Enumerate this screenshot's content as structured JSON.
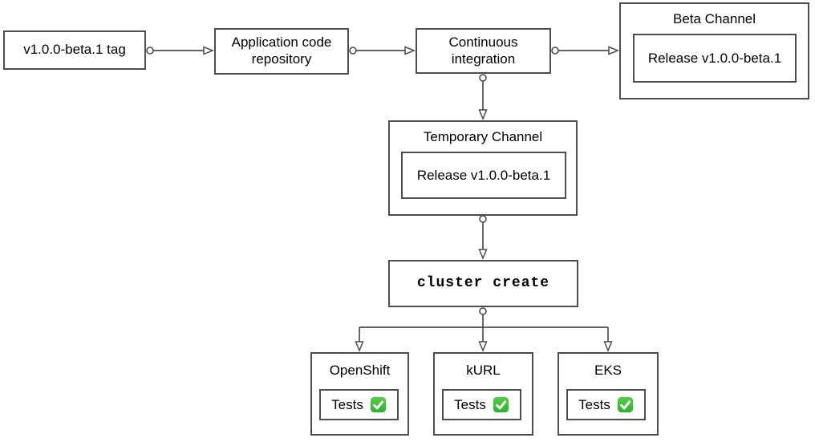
{
  "diagram": {
    "colors": {
      "border": "#4d4d4d",
      "background": "#ffffff",
      "text": "#000000",
      "check_green": "#2db32d",
      "check_green_light": "#55cd47",
      "check_mark": "#ffffff"
    },
    "nodes": {
      "tag": {
        "label": "v1.0.0-beta.1 tag"
      },
      "repo": {
        "label": "Application code repository"
      },
      "ci": {
        "label": "Continuous integration"
      },
      "beta_channel": {
        "title": "Beta Channel",
        "release_label": "Release v1.0.0-beta.1"
      },
      "temp_channel": {
        "title": "Temporary Channel",
        "release_label": "Release v1.0.0-beta.1"
      },
      "cluster_create": {
        "label": "cluster create"
      }
    },
    "clusters": [
      {
        "title": "OpenShift",
        "tests_label": "Tests",
        "status_icon": "white-check-mark-emoji"
      },
      {
        "title": "kURL",
        "tests_label": "Tests",
        "status_icon": "white-check-mark-emoji"
      },
      {
        "title": "EKS",
        "tests_label": "Tests",
        "status_icon": "white-check-mark-emoji"
      }
    ]
  }
}
